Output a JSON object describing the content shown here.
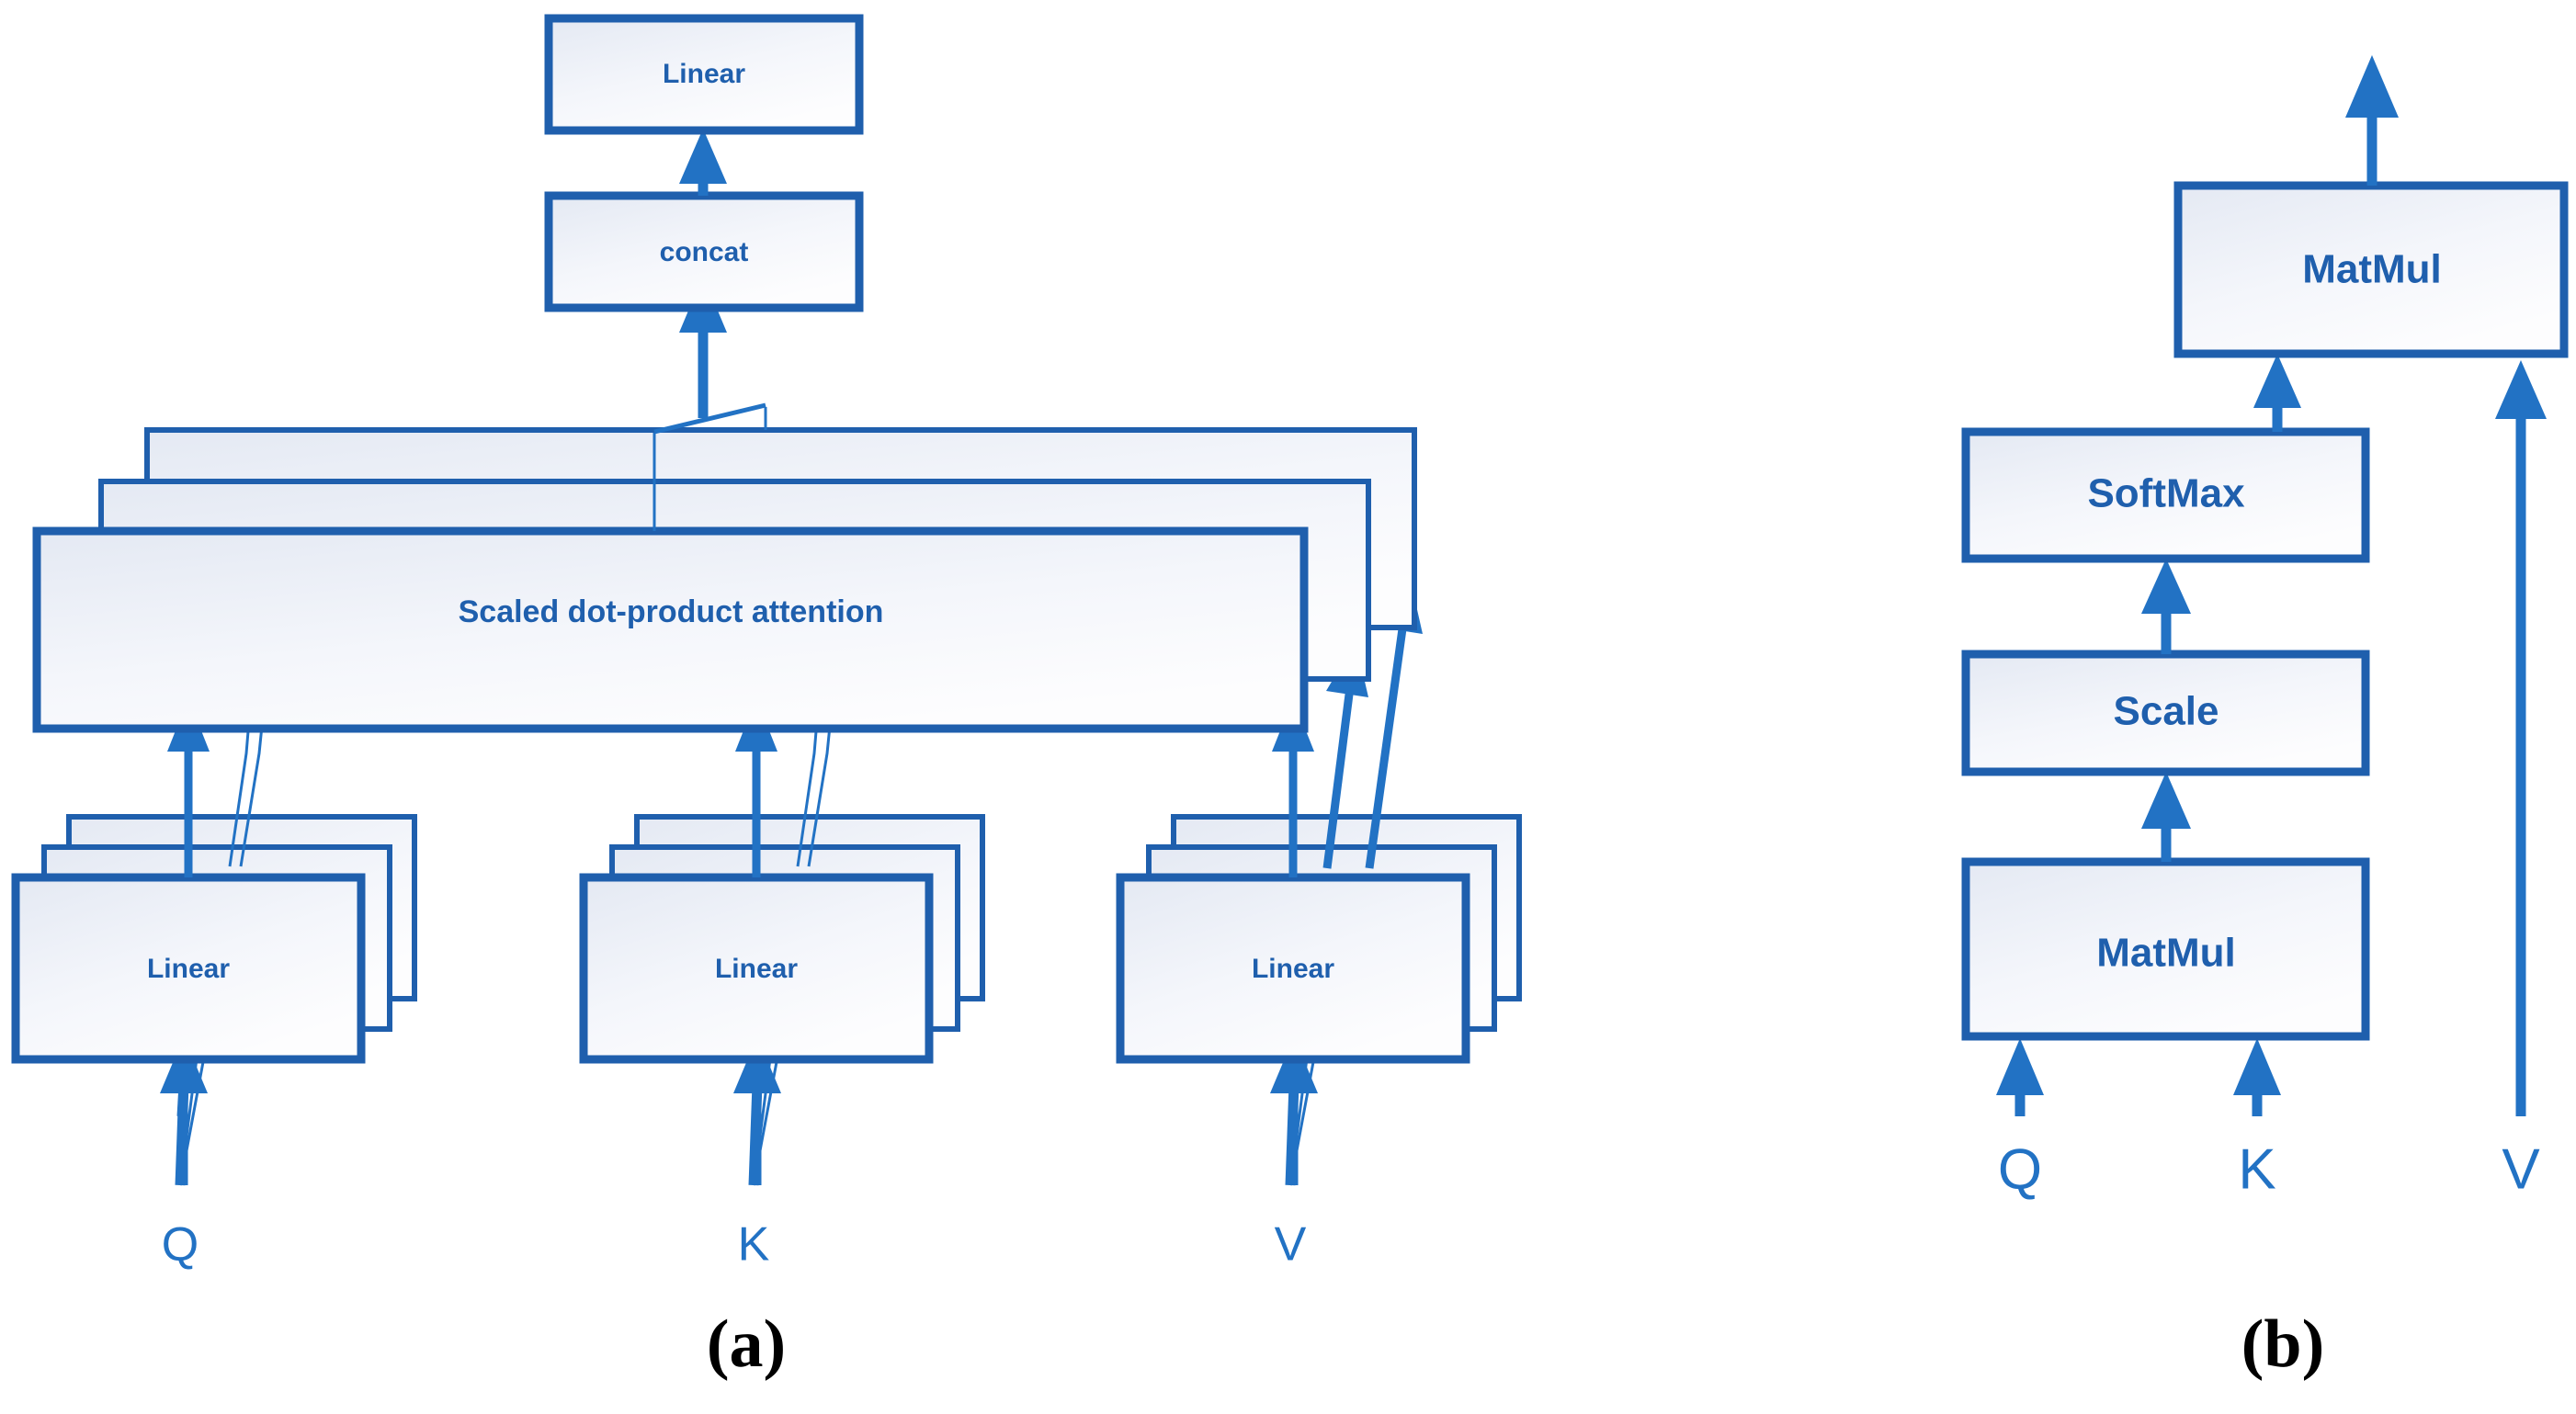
{
  "figure": {
    "title": "Multi-head attention and scaled dot-product attention",
    "background_color": "#ffffff",
    "accent_color": "#1F5FAD",
    "arrow_color": "#2272C4",
    "box_fill_top": "#E7EBF4",
    "box_fill_bottom": "#FCFDFE",
    "caption_color": "#000000"
  },
  "panels": [
    {
      "id": "a",
      "caption": "(a)",
      "name": "multi-head-attention",
      "blocks": [
        {
          "id": "linear-out",
          "label": "Linear",
          "stacked": false,
          "copies": 1
        },
        {
          "id": "concat",
          "label": "concat",
          "stacked": false,
          "copies": 1
        },
        {
          "id": "attention",
          "label": "Scaled dot-product attention",
          "stacked": true,
          "copies": 3
        },
        {
          "id": "linear-q",
          "label": "Linear",
          "stacked": true,
          "copies": 3
        },
        {
          "id": "linear-k",
          "label": "Linear",
          "stacked": true,
          "copies": 3
        },
        {
          "id": "linear-v",
          "label": "Linear",
          "stacked": true,
          "copies": 3
        }
      ],
      "inputs": [
        {
          "id": "q",
          "label": "Q"
        },
        {
          "id": "k",
          "label": "K"
        },
        {
          "id": "v",
          "label": "V"
        }
      ]
    },
    {
      "id": "b",
      "caption": "(b)",
      "name": "scaled-dot-product-attention",
      "blocks": [
        {
          "id": "matmul-top",
          "label": "MatMul",
          "stacked": false,
          "copies": 1
        },
        {
          "id": "softmax",
          "label": "SoftMax",
          "stacked": false,
          "copies": 1
        },
        {
          "id": "scale",
          "label": "Scale",
          "stacked": false,
          "copies": 1
        },
        {
          "id": "matmul-bot",
          "label": "MatMul",
          "stacked": false,
          "copies": 1
        }
      ],
      "inputs": [
        {
          "id": "q",
          "label": "Q"
        },
        {
          "id": "k",
          "label": "K"
        },
        {
          "id": "v",
          "label": "V"
        }
      ]
    }
  ],
  "labels": {
    "linear": "Linear",
    "concat": "concat",
    "attention": "Scaled dot-product attention",
    "matmul": "MatMul",
    "softmax": "SoftMax",
    "scale": "Scale",
    "q": "Q",
    "k": "K",
    "v": "V",
    "caption_a": "(a)",
    "caption_b": "(b)"
  }
}
